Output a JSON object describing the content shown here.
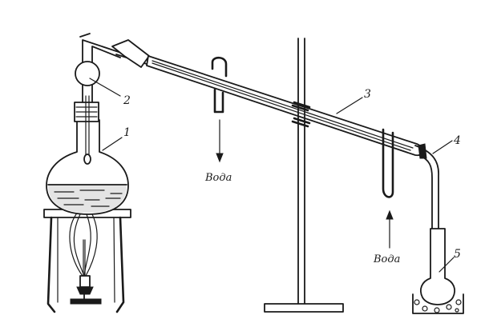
{
  "labels": {
    "flask": "1",
    "thermometer": "2",
    "condenser": "3",
    "adapter": "4",
    "receiver": "5"
  },
  "water_out": "Вода",
  "water_in": "Вода"
}
